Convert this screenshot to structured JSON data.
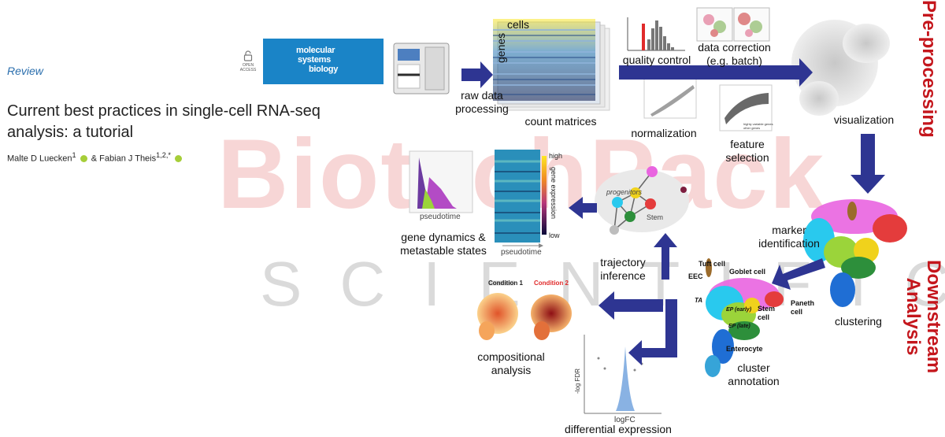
{
  "article": {
    "type_label": "Review",
    "title": "Current best practices in single-cell RNA-seq analysis: a tutorial",
    "author1": "Malte D Luecken",
    "author1_aff": "1",
    "author_sep": "&",
    "author2": "Fabian J Theis",
    "author2_aff": "1,2,*"
  },
  "journal_logo": {
    "line1": "molecular",
    "line2": "systems",
    "line3": "biology"
  },
  "open_access": {
    "line1": "OPEN",
    "line2": "ACCESS"
  },
  "workflow": {
    "raw_data": "raw data\nprocessing",
    "cells": "cells",
    "genes": "genes",
    "count_matrices": "count matrices",
    "quality_control": "quality control",
    "data_correction": "data correction\n(e.g. batch)",
    "normalization": "normalization",
    "feature_selection": "feature\nselection",
    "visualization": "visualization",
    "clustering": "clustering",
    "marker_identification": "marker\nidentification",
    "cluster_annotation": "cluster\nannotation",
    "trajectory_inference": "trajectory\ninference",
    "gene_dynamics": "gene dynamics &\nmetastable states",
    "pseudotime": "pseudotime",
    "compositional_analysis": "compositional\nanalysis",
    "differential_expression": "differential expression",
    "high": "high",
    "low": "low",
    "gene_expression": "gene expression",
    "progenitors": "progenitors",
    "stem": "Stem",
    "condition1": "Condition 1",
    "condition2": "Condition 2",
    "logfc": "logFC",
    "neg_log_fdr": "-log FDR",
    "hvg_legend1": "highly variable genes",
    "hvg_legend2": "other genes"
  },
  "cell_types": {
    "tuft": "Tuft cell",
    "eec": "EEC",
    "goblet": "Goblet cell",
    "ta": "TA",
    "ep_early": "EP (early)",
    "ep_late": "EP (late)",
    "stem": "Stem\ncell",
    "paneth": "Paneth\ncell",
    "enterocyte": "Enterocyte"
  },
  "side_labels": {
    "preprocessing": "Pre-processing",
    "downstream": "Downstream\nAnalysis"
  },
  "watermark": {
    "main": "BiotechPack",
    "sub": "SCIENTIFIC"
  },
  "colors": {
    "arrow": "#2e3592",
    "side_label": "#c4161c",
    "journal_blue": "#1a84c7",
    "review_link": "#2a6ead",
    "watermark_red": "#f2b5b5",
    "watermark_blue": "#c5c9e6"
  }
}
